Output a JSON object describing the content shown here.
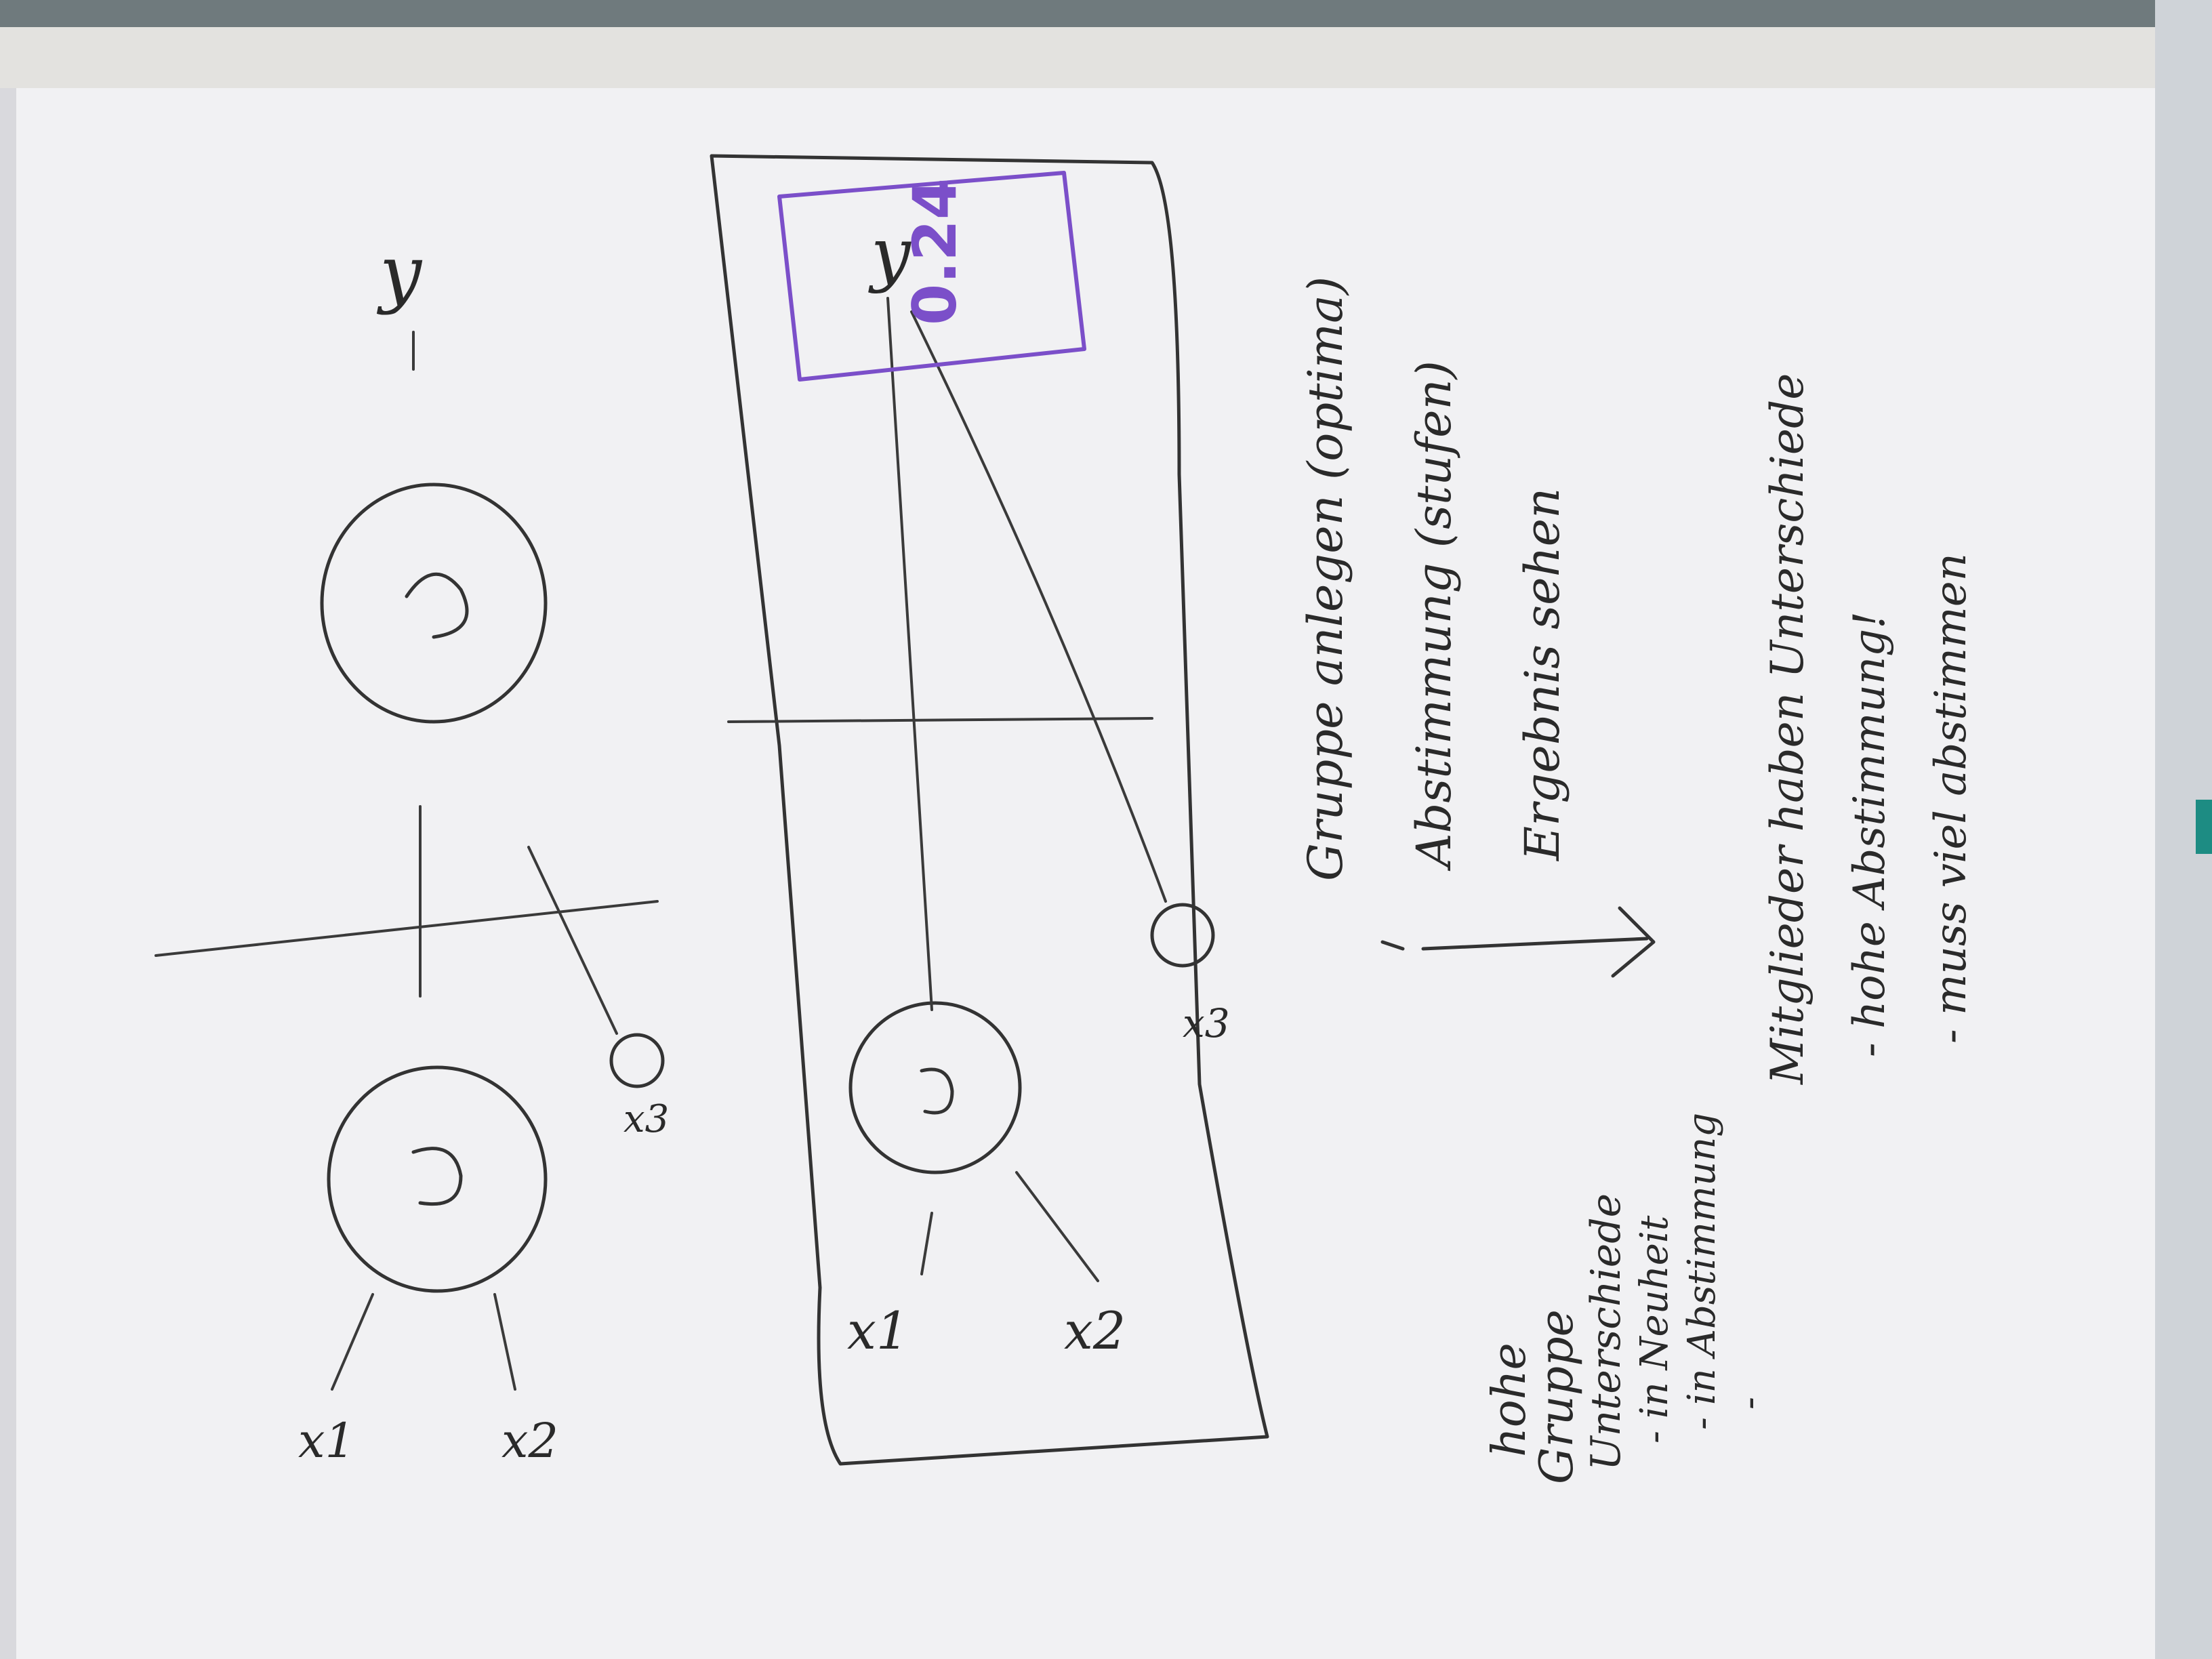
{
  "photo": {
    "subject": "flipchart-sheet-with-handwritten-diagram",
    "colors": {
      "paper": "#f1f1f3",
      "paper_shadow": "#dadbe0",
      "ink": "#333333",
      "purple_marker": "#7b4fc9",
      "background": "#6f7a7d"
    }
  },
  "top_diagram": {
    "labels": {
      "left_top": "x1",
      "left_bottom": "x2",
      "small_node": "x3",
      "right_output": "y"
    }
  },
  "framed_diagram": {
    "labels": {
      "left_top": "x1",
      "left_bottom": "x2",
      "small_node": "x3",
      "right_output": "y"
    },
    "highlight_value": "0.24"
  },
  "notes": {
    "left_column": [
      "hohe",
      "Gruppe",
      "Unterschiede",
      "- in Neuheit",
      "- in Abstimmung",
      "-"
    ],
    "right_column": [
      "Gruppe anlegen (optima)",
      "Abstimmung (stufen)",
      "Ergebnis sehen"
    ],
    "bottom_block": [
      "Mitglieder haben Unterschiede",
      "- hohe Abstimmung!",
      "- muss viel abstimmen"
    ]
  }
}
